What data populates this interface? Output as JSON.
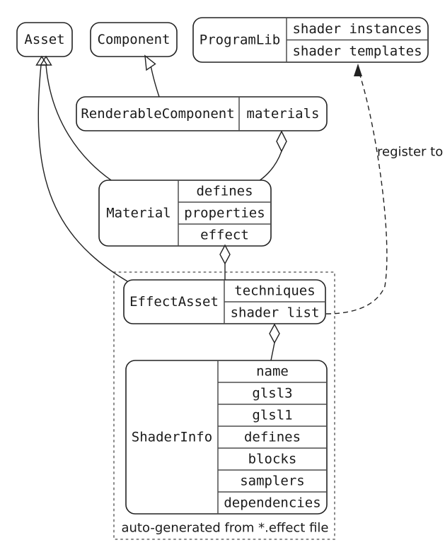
{
  "diagram": {
    "nodes": {
      "asset": {
        "label": "Asset"
      },
      "component": {
        "label": "Component"
      },
      "programlib": {
        "label": "ProgramLib",
        "fields": [
          "shader instances",
          "shader templates"
        ]
      },
      "renderable_component": {
        "label": "RenderableComponent",
        "fields": [
          "materials"
        ]
      },
      "material": {
        "label": "Material",
        "fields": [
          "defines",
          "properties",
          "effect"
        ]
      },
      "effect_asset": {
        "label": "EffectAsset",
        "fields": [
          "techniques",
          "shader list"
        ]
      },
      "shader_info": {
        "label": "ShaderInfo",
        "fields": [
          "name",
          "glsl3",
          "glsl1",
          "defines",
          "blocks",
          "samplers",
          "dependencies"
        ]
      }
    },
    "edges": {
      "register_to_label": "register to"
    },
    "group": {
      "caption": "auto-generated from *.effect file"
    },
    "colors": {
      "stroke": "#222222",
      "divider": "#4d4d4d",
      "text": "#1a1a1a",
      "dotted_border": "#8a8a8a",
      "background": "#ffffff"
    }
  }
}
